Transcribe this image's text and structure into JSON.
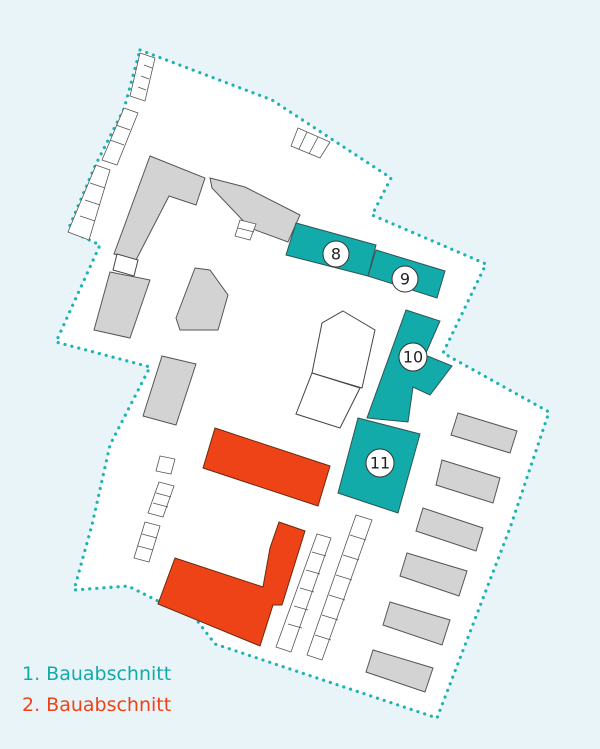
{
  "colors": {
    "background": "#e8f4f7",
    "phase1": "#13aaaa",
    "phase2": "#ee4317",
    "boundary": "#1fb3b3",
    "existing_building": "#d3d3d3"
  },
  "buildings": {
    "b8": "8",
    "b9": "9",
    "b10": "10",
    "b11": "11"
  },
  "legend": {
    "phase1": {
      "label": "1. Bauabschnitt",
      "color": "#13aaaa"
    },
    "phase2": {
      "label": "2. Bauabschnitt",
      "color": "#ee4317"
    }
  }
}
